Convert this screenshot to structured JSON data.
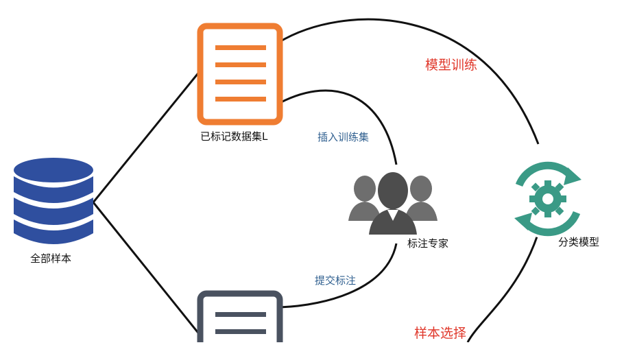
{
  "nodes": {
    "all_samples": "全部样本",
    "labeled_set": "已标记数据集L",
    "experts": "标注专家",
    "classifier": "分类模型"
  },
  "edges": {
    "insert_train": "插入训练集",
    "submit_label": "提交标注",
    "model_training": "模型训练",
    "sample_selection": "样本选择"
  },
  "colors": {
    "database": "#2f4f9f",
    "labeled_doc": "#ef7d32",
    "unlabeled_doc": "#4a5260",
    "expert": "#555555",
    "classifier": "#3a9a86",
    "edge_label_blue": "#2f5f8f",
    "edge_label_red": "#e0382b"
  },
  "icons": {
    "database": "database-icon",
    "labeled_doc": "document-icon",
    "unlabeled_doc": "document-icon",
    "experts": "user-group-icon",
    "classifier": "gear-refresh-icon"
  }
}
